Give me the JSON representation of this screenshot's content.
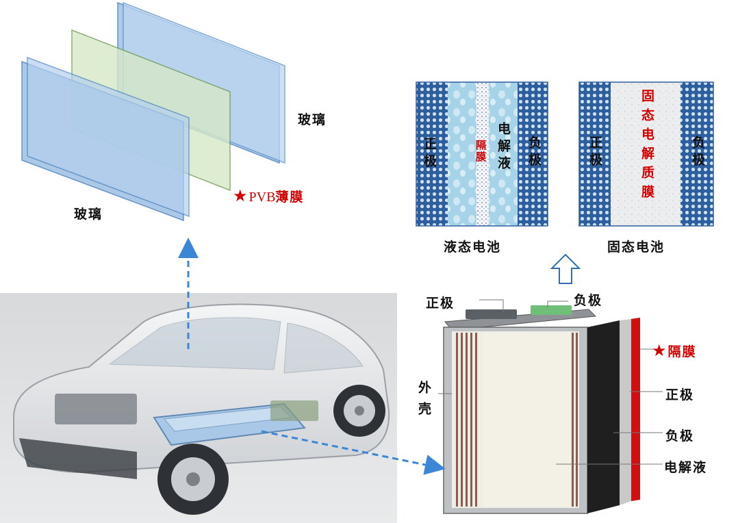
{
  "glass": {
    "glass_top_label": "玻璃",
    "glass_bottom_label": "玻璃",
    "pvb_star": "★",
    "pvb_label_latin": "PVB",
    "pvb_label_cjk": "薄膜"
  },
  "liquid_battery": {
    "caption": "液态电池",
    "positive": "正极",
    "separator": "隔膜",
    "electrolyte": "电解液",
    "negative": "负极"
  },
  "solid_battery": {
    "caption": "固态电池",
    "positive": "正极",
    "solid_electrolyte": "固态电解质膜",
    "negative": "负极"
  },
  "cell": {
    "positive_terminal": "正极",
    "negative_terminal": "负极",
    "casing": "外壳",
    "separator_star": "★",
    "separator": "隔膜",
    "positive": "正极",
    "negative": "负极",
    "electrolyte": "电解液"
  },
  "colors": {
    "glass_blue": "#b8d4ef",
    "pvb_green": "#d8ead0",
    "electrode_blue": "#3f72b4",
    "accent_red": "#d40000",
    "arrow_blue": "#3b86d6"
  }
}
